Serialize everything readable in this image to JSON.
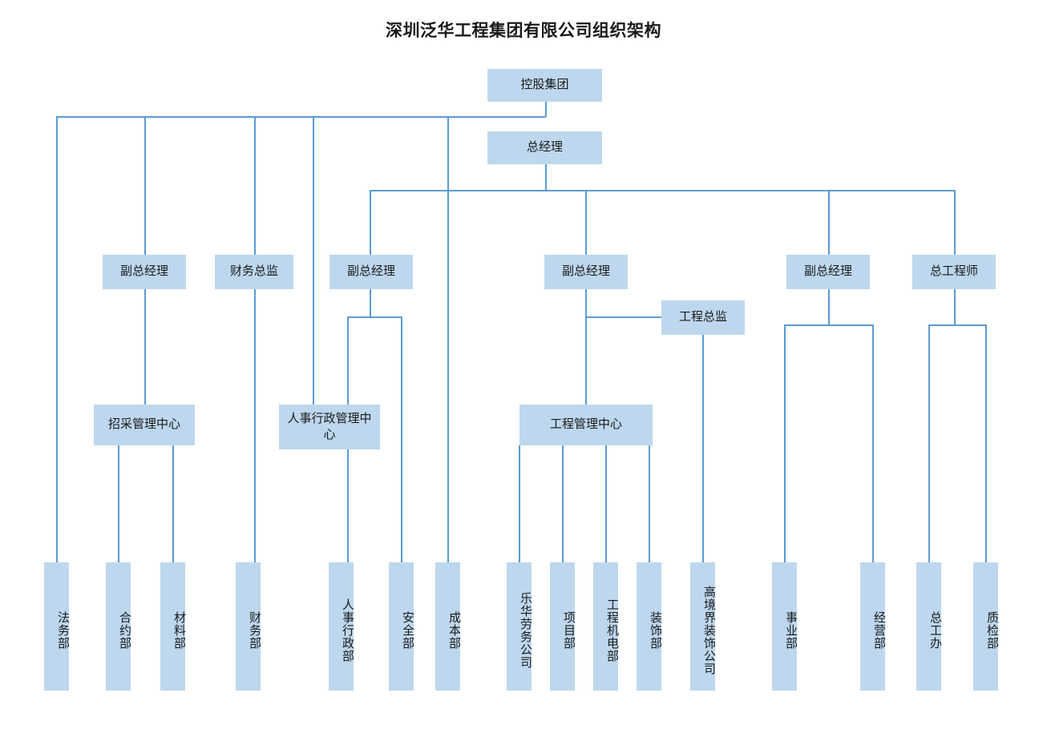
{
  "title": "深圳泛华工程集团有限公司组织架构",
  "colors": {
    "box_fill": "#bdd7ee",
    "line": "#5b9bd5",
    "text": "#1a1a1a",
    "background": "#ffffff"
  },
  "nodes": {
    "holding_group": "控股集团",
    "general_manager": "总经理",
    "deputy_gm_1": "副总经理",
    "finance_director": "财务总监",
    "deputy_gm_2": "副总经理",
    "deputy_gm_3": "副总经理",
    "deputy_gm_4": "副总经理",
    "chief_engineer": "总工程师",
    "engineering_director": "工程总监",
    "procurement_center": "招采管理中心",
    "hr_admin_center": "人事行政管理中心",
    "engineering_center": "工程管理中心",
    "legal_dept": "法务部",
    "contract_dept": "合约部",
    "material_dept": "材料部",
    "finance_dept": "财务部",
    "hr_admin_dept": "人事行政部",
    "safety_dept": "安全部",
    "cost_dept": "成本部",
    "lehua_labor_company": "乐华劳务公司",
    "project_dept": "项目部",
    "mechanical_electrical_dept": "工程机电部",
    "decoration_dept": "装饰部",
    "gaojingjie_decoration_company": "高境界装饰公司",
    "business_unit_dept": "事业部",
    "operations_dept": "经营部",
    "chief_engineer_office": "总工办",
    "quality_inspection_dept": "质检部"
  },
  "chart_data": {
    "type": "diagram",
    "diagram_type": "organizational-chart",
    "title": "深圳泛华工程集团有限公司组织架构",
    "levels": [
      {
        "level": 1,
        "nodes": [
          "控股集团"
        ]
      },
      {
        "level": 2,
        "nodes": [
          "总经理"
        ]
      },
      {
        "level": 3,
        "nodes": [
          "副总经理",
          "财务总监",
          "副总经理",
          "副总经理",
          "工程总监",
          "副总经理",
          "总工程师"
        ]
      },
      {
        "level": 4,
        "nodes": [
          "招采管理中心",
          "人事行政管理中心",
          "工程管理中心"
        ]
      },
      {
        "level": 5,
        "nodes": [
          "法务部",
          "合约部",
          "材料部",
          "财务部",
          "人事行政部",
          "安全部",
          "成本部",
          "乐华劳务公司",
          "项目部",
          "工程机电部",
          "装饰部",
          "高境界装饰公司",
          "事业部",
          "经营部",
          "总工办",
          "质检部"
        ]
      }
    ],
    "edges": [
      {
        "from": "控股集团",
        "to": "总经理"
      },
      {
        "from": "控股集团",
        "to": "法务部"
      },
      {
        "from": "控股集团",
        "to": "副总经理(1)"
      },
      {
        "from": "控股集团",
        "to": "财务总监"
      },
      {
        "from": "控股集团",
        "to": "人事行政管理中心"
      },
      {
        "from": "控股集团",
        "to": "成本部"
      },
      {
        "from": "总经理",
        "to": "副总经理(2)"
      },
      {
        "from": "总经理",
        "to": "副总经理(3)"
      },
      {
        "from": "总经理",
        "to": "副总经理(4)"
      },
      {
        "from": "总经理",
        "to": "总工程师"
      },
      {
        "from": "副总经理(1)",
        "to": "招采管理中心"
      },
      {
        "from": "招采管理中心",
        "to": "合约部"
      },
      {
        "from": "招采管理中心",
        "to": "材料部"
      },
      {
        "from": "财务总监",
        "to": "财务部"
      },
      {
        "from": "副总经理(2)",
        "to": "人事行政部"
      },
      {
        "from": "副总经理(2)",
        "to": "安全部"
      },
      {
        "from": "人事行政管理中心",
        "to": "人事行政部"
      },
      {
        "from": "副总经理(3)",
        "to": "工程总监"
      },
      {
        "from": "副总经理(3)",
        "to": "工程管理中心"
      },
      {
        "from": "工程管理中心",
        "to": "乐华劳务公司"
      },
      {
        "from": "工程管理中心",
        "to": "项目部"
      },
      {
        "from": "工程管理中心",
        "to": "工程机电部"
      },
      {
        "from": "工程管理中心",
        "to": "装饰部"
      },
      {
        "from": "工程总监",
        "to": "高境界装饰公司"
      },
      {
        "from": "副总经理(4)",
        "to": "事业部"
      },
      {
        "from": "副总经理(4)",
        "to": "经营部"
      },
      {
        "from": "总工程师",
        "to": "总工办"
      },
      {
        "from": "总工程师",
        "to": "质检部"
      }
    ]
  }
}
